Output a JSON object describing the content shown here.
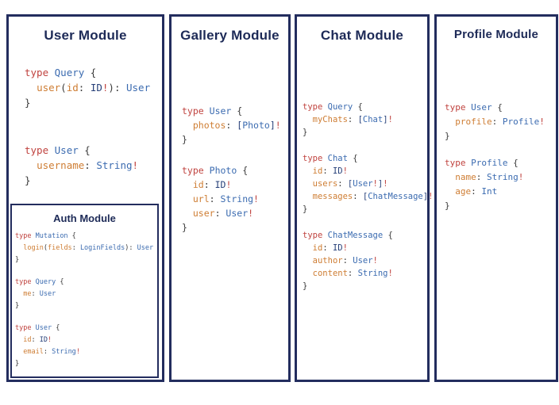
{
  "colors": {
    "theme": {
      "border": "#232d5e",
      "title": "#1d2a57",
      "background": "#ffffff"
    },
    "tokens": {
      "keyword": "#c0433f",
      "typename": "#3b6bb0",
      "scalar": "#274079",
      "field": "#ce7d33",
      "punct": "#3a3a3a",
      "bang": "#c0433f"
    }
  },
  "panels": [
    {
      "title": "User Module",
      "code_blocks": [
        [
          [
            [
              "type",
              "keyword"
            ],
            [
              " ",
              "punct"
            ],
            [
              "Query",
              "typename"
            ],
            [
              " {",
              "punct"
            ]
          ],
          [
            [
              "  ",
              "punct"
            ],
            [
              "user",
              "field"
            ],
            [
              "(",
              "punct"
            ],
            [
              "id",
              "field"
            ],
            [
              ": ",
              "punct"
            ],
            [
              "ID",
              "scalar"
            ],
            [
              "!",
              "bang"
            ],
            [
              "): ",
              "punct"
            ],
            [
              "User",
              "typename"
            ]
          ],
          [
            [
              "}",
              "punct"
            ]
          ]
        ],
        [
          [
            [
              "type",
              "keyword"
            ],
            [
              " ",
              "punct"
            ],
            [
              "User",
              "typename"
            ],
            [
              " {",
              "punct"
            ]
          ],
          [
            [
              "  ",
              "punct"
            ],
            [
              "username",
              "field"
            ],
            [
              ": ",
              "punct"
            ],
            [
              "String",
              "typename"
            ],
            [
              "!",
              "bang"
            ]
          ],
          [
            [
              "}",
              "punct"
            ]
          ]
        ]
      ],
      "subpanel": {
        "title": "Auth Module",
        "code_blocks": [
          [
            [
              [
                "type",
                "keyword"
              ],
              [
                " ",
                "punct"
              ],
              [
                "Mutation",
                "typename"
              ],
              [
                " {",
                "punct"
              ]
            ],
            [
              [
                "  ",
                "punct"
              ],
              [
                "login",
                "field"
              ],
              [
                "(",
                "punct"
              ],
              [
                "fields",
                "field"
              ],
              [
                ": ",
                "punct"
              ],
              [
                "LoginFields",
                "typename"
              ],
              [
                "): ",
                "punct"
              ],
              [
                "User",
                "typename"
              ]
            ],
            [
              [
                "}",
                "punct"
              ]
            ]
          ],
          [
            [
              [
                "type",
                "keyword"
              ],
              [
                " ",
                "punct"
              ],
              [
                "Query",
                "typename"
              ],
              [
                " {",
                "punct"
              ]
            ],
            [
              [
                "  ",
                "punct"
              ],
              [
                "me",
                "field"
              ],
              [
                ": ",
                "punct"
              ],
              [
                "User",
                "typename"
              ]
            ],
            [
              [
                "}",
                "punct"
              ]
            ]
          ],
          [
            [
              [
                "type",
                "keyword"
              ],
              [
                " ",
                "punct"
              ],
              [
                "User",
                "typename"
              ],
              [
                " {",
                "punct"
              ]
            ],
            [
              [
                "  ",
                "punct"
              ],
              [
                "id",
                "field"
              ],
              [
                ": ",
                "punct"
              ],
              [
                "ID",
                "scalar"
              ],
              [
                "!",
                "bang"
              ]
            ],
            [
              [
                "  ",
                "punct"
              ],
              [
                "email",
                "field"
              ],
              [
                ": ",
                "punct"
              ],
              [
                "String",
                "typename"
              ],
              [
                "!",
                "bang"
              ]
            ],
            [
              [
                "}",
                "punct"
              ]
            ]
          ]
        ]
      }
    },
    {
      "title": "Gallery Module",
      "code_blocks": [
        [
          [
            [
              "type",
              "keyword"
            ],
            [
              " ",
              "punct"
            ],
            [
              "User",
              "typename"
            ],
            [
              " {",
              "punct"
            ]
          ],
          [
            [
              "  ",
              "punct"
            ],
            [
              "photos",
              "field"
            ],
            [
              ": ",
              "punct"
            ],
            [
              "[",
              "scalar"
            ],
            [
              "Photo",
              "typename"
            ],
            [
              "]",
              "scalar"
            ],
            [
              "!",
              "bang"
            ]
          ],
          [
            [
              "}",
              "punct"
            ]
          ]
        ],
        [
          [
            [
              "type",
              "keyword"
            ],
            [
              " ",
              "punct"
            ],
            [
              "Photo",
              "typename"
            ],
            [
              " {",
              "punct"
            ]
          ],
          [
            [
              "  ",
              "punct"
            ],
            [
              "id",
              "field"
            ],
            [
              ": ",
              "punct"
            ],
            [
              "ID",
              "scalar"
            ],
            [
              "!",
              "bang"
            ]
          ],
          [
            [
              "  ",
              "punct"
            ],
            [
              "url",
              "field"
            ],
            [
              ": ",
              "punct"
            ],
            [
              "String",
              "typename"
            ],
            [
              "!",
              "bang"
            ]
          ],
          [
            [
              "  ",
              "punct"
            ],
            [
              "user",
              "field"
            ],
            [
              ": ",
              "punct"
            ],
            [
              "User",
              "typename"
            ],
            [
              "!",
              "bang"
            ]
          ],
          [
            [
              "}",
              "punct"
            ]
          ]
        ]
      ]
    },
    {
      "title": "Chat Module",
      "code_blocks": [
        [
          [
            [
              "type",
              "keyword"
            ],
            [
              " ",
              "punct"
            ],
            [
              "Query",
              "typename"
            ],
            [
              " {",
              "punct"
            ]
          ],
          [
            [
              "  ",
              "punct"
            ],
            [
              "myChats",
              "field"
            ],
            [
              ": ",
              "punct"
            ],
            [
              "[",
              "scalar"
            ],
            [
              "Chat",
              "typename"
            ],
            [
              "]",
              "scalar"
            ],
            [
              "!",
              "bang"
            ]
          ],
          [
            [
              "}",
              "punct"
            ]
          ]
        ],
        [
          [
            [
              "type",
              "keyword"
            ],
            [
              " ",
              "punct"
            ],
            [
              "Chat",
              "typename"
            ],
            [
              " {",
              "punct"
            ]
          ],
          [
            [
              "  ",
              "punct"
            ],
            [
              "id",
              "field"
            ],
            [
              ": ",
              "punct"
            ],
            [
              "ID",
              "scalar"
            ],
            [
              "!",
              "bang"
            ]
          ],
          [
            [
              "  ",
              "punct"
            ],
            [
              "users",
              "field"
            ],
            [
              ": ",
              "punct"
            ],
            [
              "[",
              "scalar"
            ],
            [
              "User",
              "typename"
            ],
            [
              "!",
              "bang"
            ],
            [
              "]",
              "scalar"
            ],
            [
              "!",
              "bang"
            ]
          ],
          [
            [
              "  ",
              "punct"
            ],
            [
              "messages",
              "field"
            ],
            [
              ": ",
              "punct"
            ],
            [
              "[",
              "scalar"
            ],
            [
              "ChatMessage",
              "typename"
            ],
            [
              "]",
              "scalar"
            ],
            [
              "!",
              "bang"
            ]
          ],
          [
            [
              "}",
              "punct"
            ]
          ]
        ],
        [
          [
            [
              "type",
              "keyword"
            ],
            [
              " ",
              "punct"
            ],
            [
              "ChatMessage",
              "typename"
            ],
            [
              " {",
              "punct"
            ]
          ],
          [
            [
              "  ",
              "punct"
            ],
            [
              "id",
              "field"
            ],
            [
              ": ",
              "punct"
            ],
            [
              "ID",
              "scalar"
            ],
            [
              "!",
              "bang"
            ]
          ],
          [
            [
              "  ",
              "punct"
            ],
            [
              "author",
              "field"
            ],
            [
              ": ",
              "punct"
            ],
            [
              "User",
              "typename"
            ],
            [
              "!",
              "bang"
            ]
          ],
          [
            [
              "  ",
              "punct"
            ],
            [
              "content",
              "field"
            ],
            [
              ": ",
              "punct"
            ],
            [
              "String",
              "typename"
            ],
            [
              "!",
              "bang"
            ]
          ],
          [
            [
              "}",
              "punct"
            ]
          ]
        ]
      ]
    },
    {
      "title": "Profile Module",
      "code_blocks": [
        [
          [
            [
              "type",
              "keyword"
            ],
            [
              " ",
              "punct"
            ],
            [
              "User",
              "typename"
            ],
            [
              " {",
              "punct"
            ]
          ],
          [
            [
              "  ",
              "punct"
            ],
            [
              "profile",
              "field"
            ],
            [
              ": ",
              "punct"
            ],
            [
              "Profile",
              "typename"
            ],
            [
              "!",
              "bang"
            ]
          ],
          [
            [
              "}",
              "punct"
            ]
          ]
        ],
        [
          [
            [
              "type",
              "keyword"
            ],
            [
              " ",
              "punct"
            ],
            [
              "Profile",
              "typename"
            ],
            [
              " {",
              "punct"
            ]
          ],
          [
            [
              "  ",
              "punct"
            ],
            [
              "name",
              "field"
            ],
            [
              ": ",
              "punct"
            ],
            [
              "String",
              "typename"
            ],
            [
              "!",
              "bang"
            ]
          ],
          [
            [
              "  ",
              "punct"
            ],
            [
              "age",
              "field"
            ],
            [
              ": ",
              "punct"
            ],
            [
              "Int",
              "typename"
            ]
          ],
          [
            [
              "}",
              "punct"
            ]
          ]
        ]
      ]
    }
  ]
}
